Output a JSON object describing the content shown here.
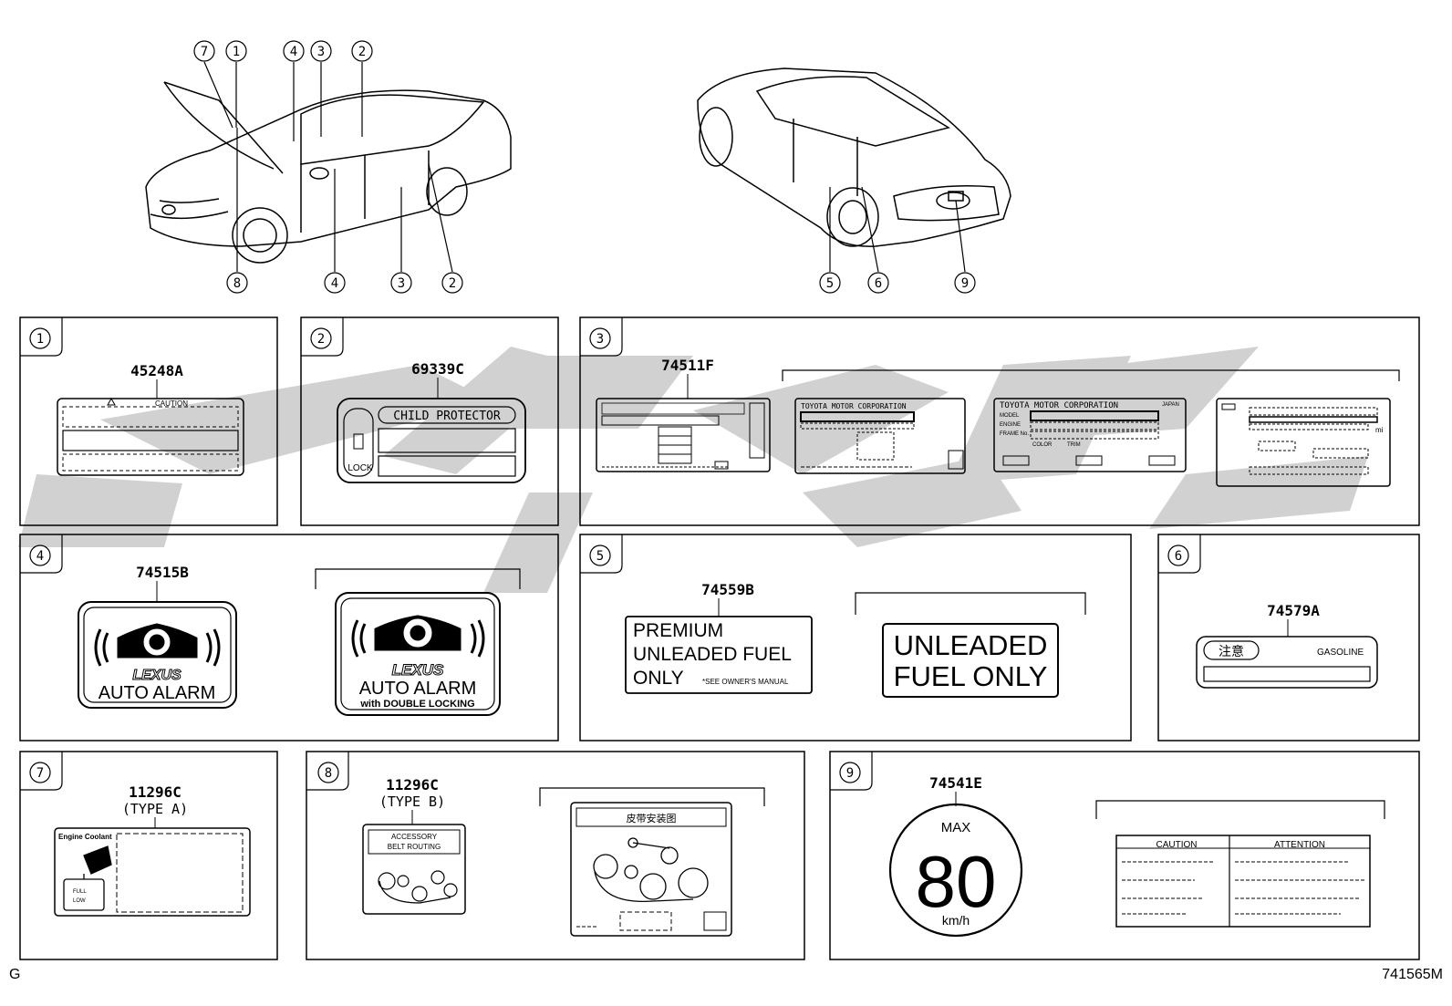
{
  "callouts": {
    "c1": "1",
    "c2": "2",
    "c3": "3",
    "c4": "4",
    "c5": "5",
    "c6": "6",
    "c7": "7",
    "c8": "8",
    "c9": "9"
  },
  "panels": {
    "p1": {
      "num": "1",
      "part": "45248A",
      "caution": "CAUTION"
    },
    "p2": {
      "num": "2",
      "part": "69339C",
      "title": "CHILD PROTECTOR",
      "lock": "LOCK"
    },
    "p3": {
      "num": "3",
      "part": "74511F",
      "makers": [
        "TOYOTA MOTOR CORPORATION",
        "TOYOTA MOTOR CORPORATION"
      ],
      "jp": "JAPAN",
      "model": "MODEL",
      "engine": "ENGINE",
      "frame": "FRAME No.",
      "color": "COLOR",
      "trim": "TRIM",
      "mi": "mi"
    },
    "p4": {
      "num": "4",
      "part": "74515B",
      "brand": "LEXUS",
      "alarm": "AUTO ALARM",
      "double": "with DOUBLE LOCKING"
    },
    "p5": {
      "num": "5",
      "part": "74559B",
      "l1": "PREMIUM",
      "l2": "UNLEADED FUEL",
      "l3": "ONLY",
      "note": "*SEE OWNER'S MANUAL",
      "b1": "UNLEADED",
      "b2": "FUEL ONLY"
    },
    "p6": {
      "num": "6",
      "part": "74579A",
      "jp": "注意",
      "gas": "GASOLINE"
    },
    "p7": {
      "num": "7",
      "part": "11296C",
      "type": "(TYPE A)",
      "coolant": "Engine Coolant",
      "full": "FULL",
      "low": "LOW"
    },
    "p8": {
      "num": "8",
      "part": "11296C",
      "type": "(TYPE B)",
      "acc1": "ACCESSORY",
      "acc2": "BELT ROUTING",
      "cn": "皮带安装图"
    },
    "p9": {
      "num": "9",
      "part": "74541E",
      "max": "MAX",
      "speed": "80",
      "unit": "km/h",
      "caution": "CAUTION",
      "attention": "ATTENTION"
    }
  },
  "footer": {
    "left": "G",
    "right": "741565M"
  }
}
